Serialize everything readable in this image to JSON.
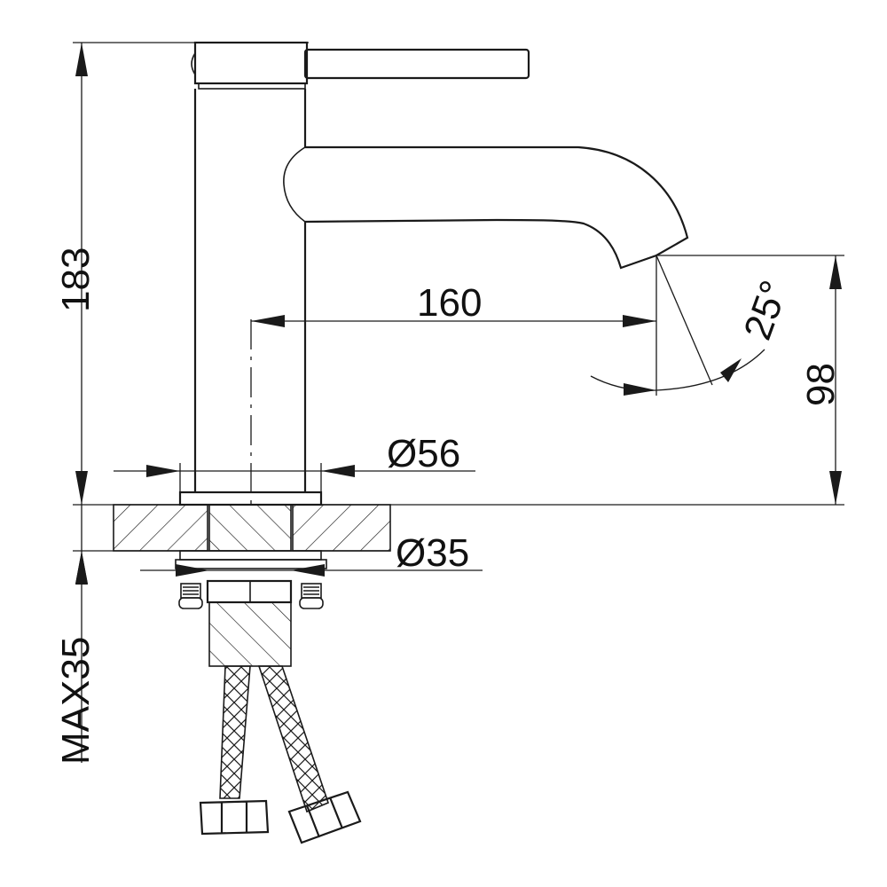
{
  "dimensions": {
    "total_height": "183",
    "spout_reach": "160",
    "spout_angle": "25°",
    "spout_height": "98",
    "base_diameter": "Ø56",
    "thread_diameter": "Ø35",
    "max_deck_thickness": "MAX35"
  }
}
